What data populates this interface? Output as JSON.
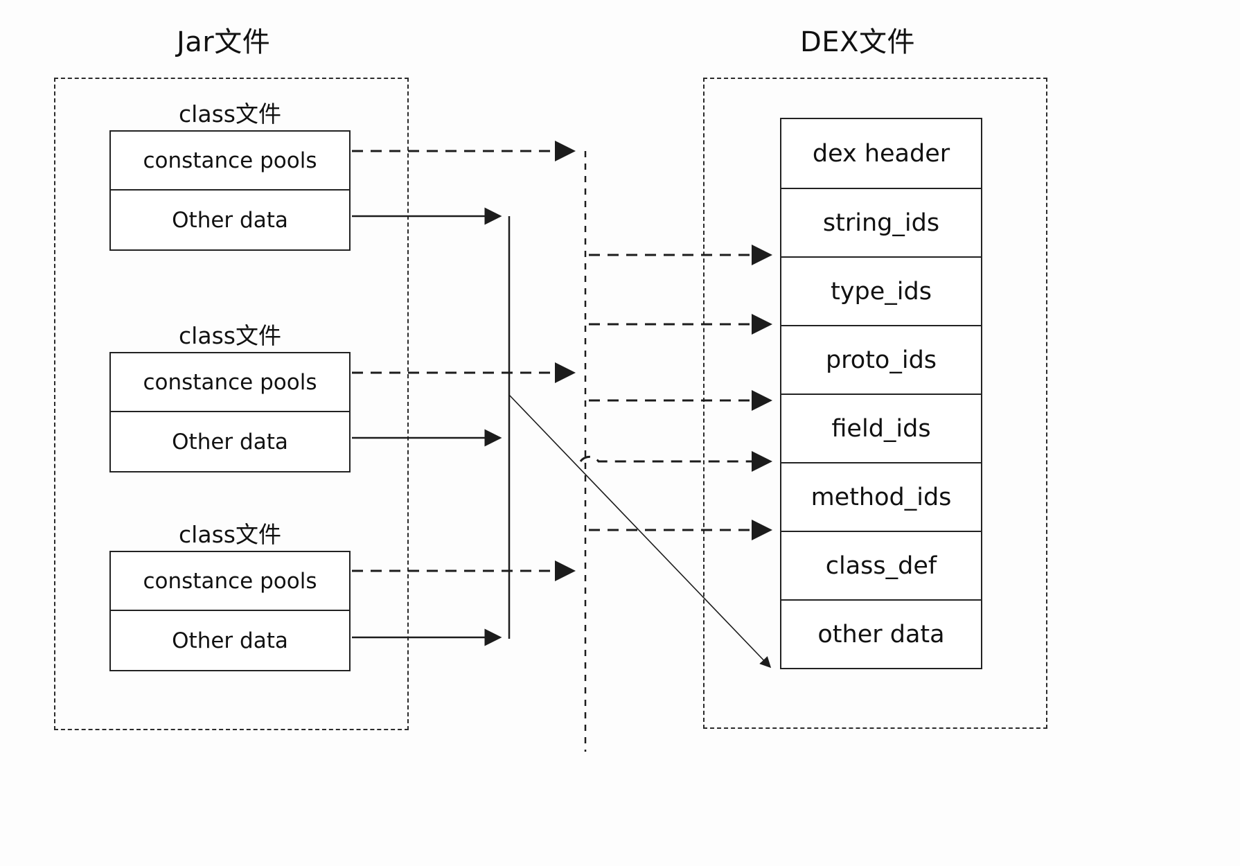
{
  "diagram": {
    "type": "flow-diagram",
    "description": "Mapping of Jar class-file sections to DEX file sections",
    "left_panel": {
      "title": "Jar文件",
      "class_files": [
        {
          "label": "class文件",
          "rows": [
            "constance pools",
            "Other data"
          ]
        },
        {
          "label": "class文件",
          "rows": [
            "constance pools",
            "Other data"
          ]
        },
        {
          "label": "class文件",
          "rows": [
            "constance pools",
            "Other data"
          ]
        }
      ]
    },
    "right_panel": {
      "title": "DEX文件",
      "sections": [
        "dex header",
        "string_ids",
        "type_ids",
        "proto_ids",
        "field_ids",
        "method_ids",
        "class_def",
        "other data"
      ]
    },
    "connections": {
      "constant_pool_bus_targets": [
        "string_ids",
        "type_ids",
        "proto_ids",
        "field_ids",
        "method_ids"
      ],
      "other_data_target": "other data"
    },
    "colors": {
      "stroke": "#222222",
      "text": "#111111",
      "background": "#fdfdfd"
    }
  }
}
